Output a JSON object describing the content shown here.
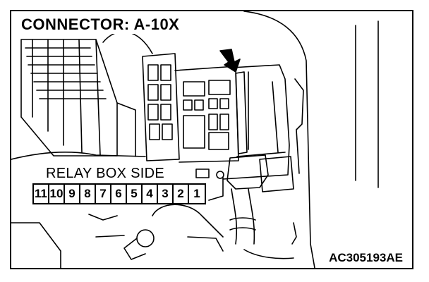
{
  "title": "CONNECTOR: A-10X",
  "relay_label": "RELAY BOX SIDE",
  "pins": [
    "11",
    "10",
    "9",
    "8",
    "7",
    "6",
    "5",
    "4",
    "3",
    "2",
    "1"
  ],
  "figure_code": "AC305193AE"
}
